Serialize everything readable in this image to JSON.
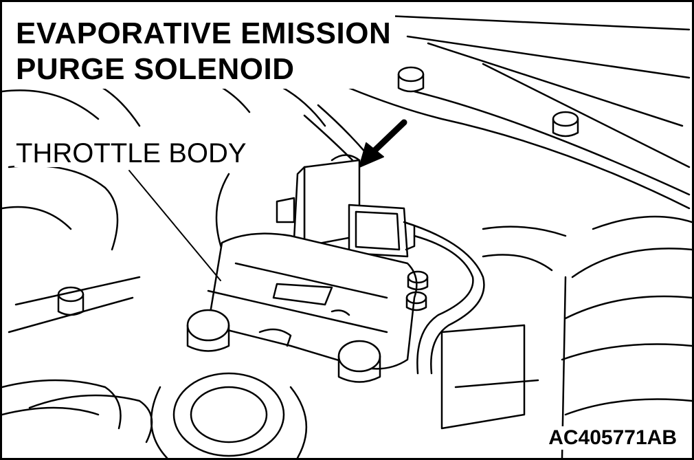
{
  "labels": {
    "title_line1": "EVAPORATIVE EMISSION",
    "title_line2": "PURGE SOLENOID",
    "throttle_body": "THROTTLE BODY",
    "figure_id": "AC405771AB"
  },
  "colors": {
    "ink": "#000000",
    "paper": "#ffffff"
  }
}
